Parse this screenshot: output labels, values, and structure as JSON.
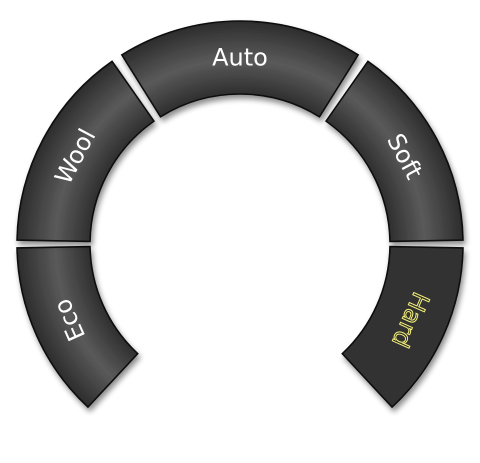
{
  "mode_dial": {
    "segments": [
      {
        "id": "eco",
        "label": "Eco",
        "selected": false
      },
      {
        "id": "wool",
        "label": "Wool",
        "selected": false
      },
      {
        "id": "auto",
        "label": "Auto",
        "selected": false
      },
      {
        "id": "soft",
        "label": "Soft",
        "selected": false
      },
      {
        "id": "hard",
        "label": "Hard",
        "selected": true
      }
    ],
    "colors": {
      "segment_base": "#2b2b2b",
      "segment_highlight": "#5c5c5c",
      "selected_fill": "#333333",
      "label_text": "#ffffff",
      "selected_label_text": "#f4f07a"
    }
  }
}
